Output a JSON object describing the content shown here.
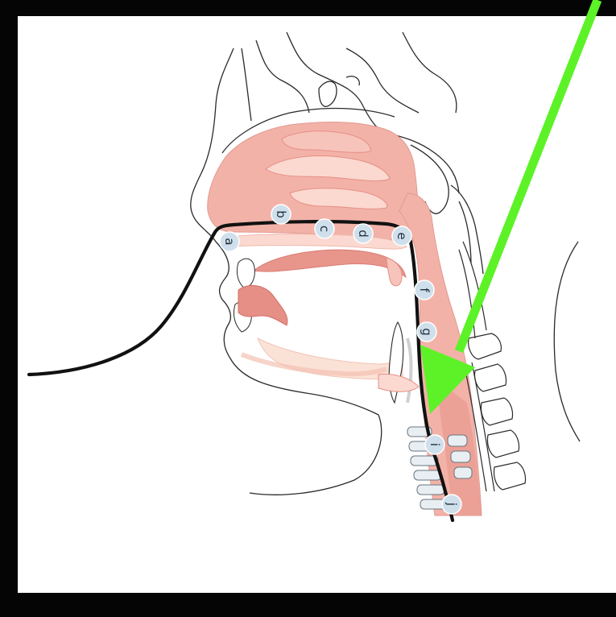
{
  "diagram": {
    "colors": {
      "background": "#050505",
      "panel": "#ffffff",
      "tissue_pink": "#f3b2a8",
      "tissue_light": "#fbd9d0",
      "tissue_dark": "#e58f86",
      "outline": "#2a2a2a",
      "tube": "#111111",
      "arrow": "#5cf227",
      "label_bubble": "#cfe0ec"
    },
    "labels": [
      {
        "id": "a",
        "text": "a"
      },
      {
        "id": "b",
        "text": "b"
      },
      {
        "id": "c",
        "text": "c"
      },
      {
        "id": "d",
        "text": "d"
      },
      {
        "id": "e",
        "text": "e"
      },
      {
        "id": "f",
        "text": "f"
      },
      {
        "id": "g",
        "text": "g"
      },
      {
        "id": "i",
        "text": "i"
      },
      {
        "id": "j",
        "text": "j"
      }
    ],
    "arrow": {
      "color": "#5cf227",
      "icon": "arrow-down-left-icon"
    }
  }
}
